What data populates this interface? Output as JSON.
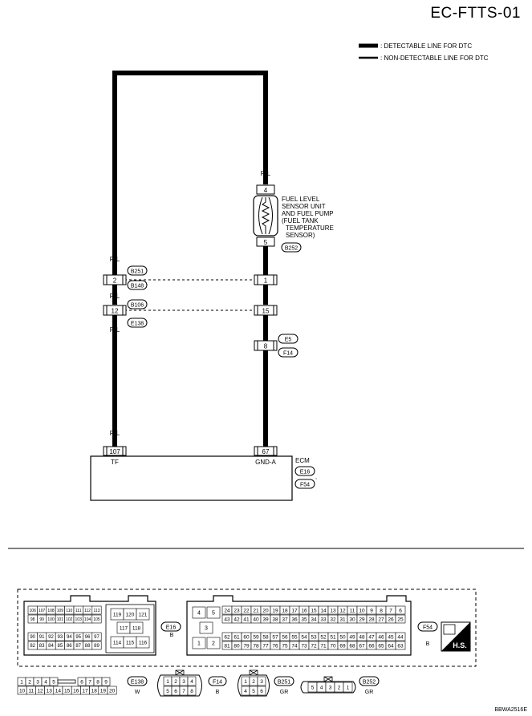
{
  "page_title": "EC-FTTS-01",
  "footer_code": "BBWA2516E",
  "legend": {
    "detectable": ": DETECTABLE LINE FOR DTC",
    "non_detectable": ": NON-DETECTABLE LINE FOR DTC"
  },
  "wires": {
    "rl": "R/L",
    "b": "B"
  },
  "fuel_sensor": {
    "pin_top": "4",
    "pin_bottom": "5",
    "connector": "B252",
    "label_lines": [
      "FUEL LEVEL",
      "SENSOR UNIT",
      "AND FUEL PUMP",
      "(FUEL TANK",
      "TEMPERATURE",
      "SENSOR)"
    ]
  },
  "joint1": {
    "left_pin": "2",
    "right_pin": "1",
    "conn_top": "B251",
    "conn_bottom": "B148"
  },
  "joint2": {
    "left_pin": "12",
    "right_pin": "15",
    "conn_top": "B106",
    "conn_bottom": "E138"
  },
  "joint3": {
    "pin": "8",
    "conn_top": "E5",
    "conn_bottom": "F14"
  },
  "ecm": {
    "label": "ECM",
    "pin_left": "107",
    "pin_right": "67",
    "term_left": "TF",
    "term_right": "GND-A",
    "conn1": "E16",
    "conn2": "F54"
  },
  "e16_block": {
    "row1": [
      "106",
      "107",
      "108",
      "109",
      "110",
      "111",
      "112",
      "113"
    ],
    "row2": [
      "98",
      "99",
      "100",
      "101",
      "102",
      "103",
      "104",
      "105"
    ],
    "row3": [
      "90",
      "91",
      "92",
      "93",
      "94",
      "95",
      "96",
      "97"
    ],
    "row4": [
      "82",
      "83",
      "84",
      "85",
      "86",
      "87",
      "88",
      "89"
    ],
    "mid_top": [
      "119",
      "120",
      "121"
    ],
    "mid_mid": [
      "117",
      "118"
    ],
    "mid_bot": [
      "114",
      "115",
      "116"
    ],
    "tag": "E16",
    "color": "B"
  },
  "f54_block": {
    "small_top": [
      "4",
      "5"
    ],
    "small_mid": "3",
    "small_bot": [
      "1",
      "2"
    ],
    "row1": [
      "24",
      "23",
      "22",
      "21",
      "20",
      "19",
      "18",
      "17",
      "16",
      "15",
      "14",
      "13",
      "12",
      "11",
      "10",
      "9",
      "8",
      "7",
      "6"
    ],
    "row2": [
      "43",
      "42",
      "41",
      "40",
      "39",
      "38",
      "37",
      "36",
      "35",
      "34",
      "33",
      "32",
      "31",
      "30",
      "29",
      "28",
      "27",
      "26",
      "25"
    ],
    "row3": [
      "62",
      "61",
      "60",
      "59",
      "58",
      "57",
      "56",
      "55",
      "54",
      "53",
      "52",
      "51",
      "50",
      "49",
      "48",
      "47",
      "46",
      "45",
      "44"
    ],
    "row4": [
      "81",
      "80",
      "79",
      "78",
      "77",
      "76",
      "75",
      "74",
      "73",
      "72",
      "71",
      "70",
      "69",
      "68",
      "67",
      "66",
      "65",
      "64",
      "63"
    ],
    "tag": "F54",
    "color": "B"
  },
  "hs_badge": "H.S.",
  "e138_block": {
    "top": [
      "1",
      "2",
      "3",
      "4",
      "5",
      "6",
      "7",
      "8",
      "9"
    ],
    "bottom": [
      "10",
      "11",
      "12",
      "13",
      "14",
      "15",
      "16",
      "17",
      "18",
      "19",
      "20"
    ],
    "tag": "E138",
    "color": "W"
  },
  "f14_block": {
    "top": [
      "1",
      "2",
      "3",
      "4"
    ],
    "bottom": [
      "5",
      "6",
      "7",
      "8"
    ],
    "tag": "F14",
    "color": "B"
  },
  "b251_block": {
    "top": [
      "1",
      "2",
      "3"
    ],
    "bottom": [
      "4",
      "5",
      "6"
    ],
    "tag": "B251",
    "color": "GR"
  },
  "b252_block": {
    "cells": [
      "5",
      "4",
      "3",
      "2",
      "1"
    ],
    "tag": "B252",
    "color": "GR"
  }
}
